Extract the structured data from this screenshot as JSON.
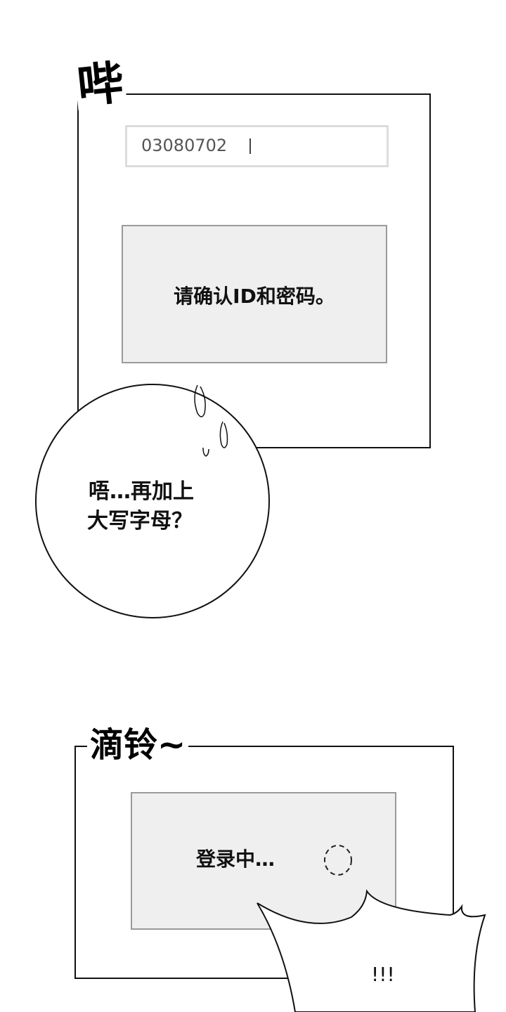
{
  "panel_1": {
    "sfx": "哔",
    "input_field": {
      "value": "03080702"
    },
    "dialog": {
      "message": "请确认ID和密码。"
    },
    "speech_bubble": {
      "line_1": "唔…再加上",
      "line_2": "大写字母？"
    }
  },
  "panel_2": {
    "sfx": "滴铃~",
    "dialog": {
      "message": "登录中…",
      "spinner_icon": "loading-spinner-icon"
    },
    "shout_bubble": {
      "text": "!!!"
    }
  },
  "colors": {
    "panel_border": "#111111",
    "dialog_bg": "#efefef",
    "dialog_border": "#9a9a9a",
    "input_border": "#dcdcdc",
    "input_text": "#555555"
  }
}
